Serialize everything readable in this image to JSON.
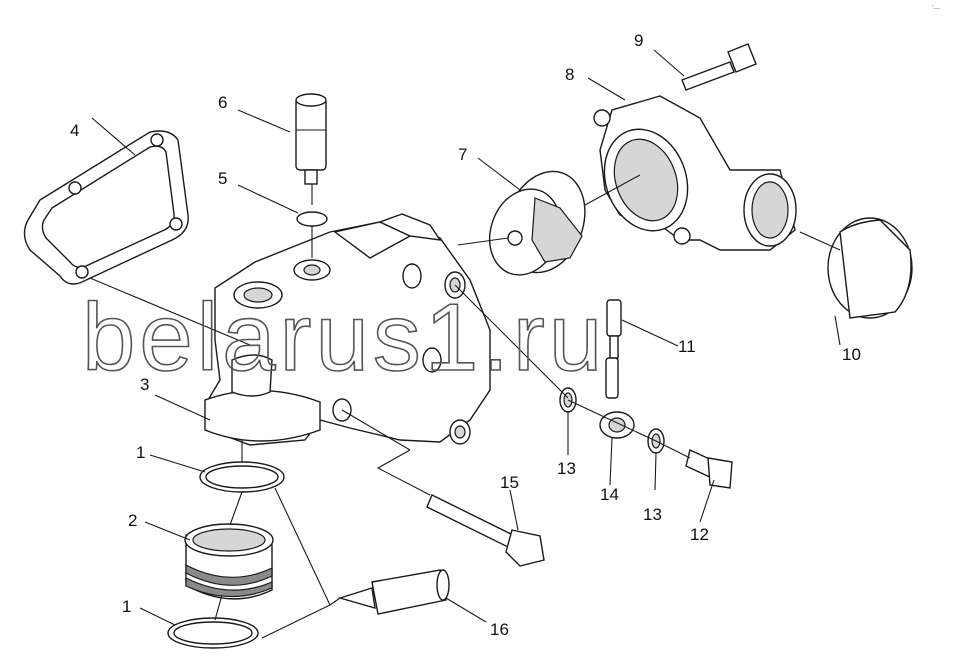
{
  "callouts": [
    "4",
    "6",
    "5",
    "7",
    "8",
    "9",
    "3",
    "1",
    "2",
    "1",
    "11",
    "10",
    "13",
    "14",
    "13",
    "12",
    "15",
    "16"
  ],
  "watermark": "belarus1.ru",
  "corner_mark": "′—"
}
